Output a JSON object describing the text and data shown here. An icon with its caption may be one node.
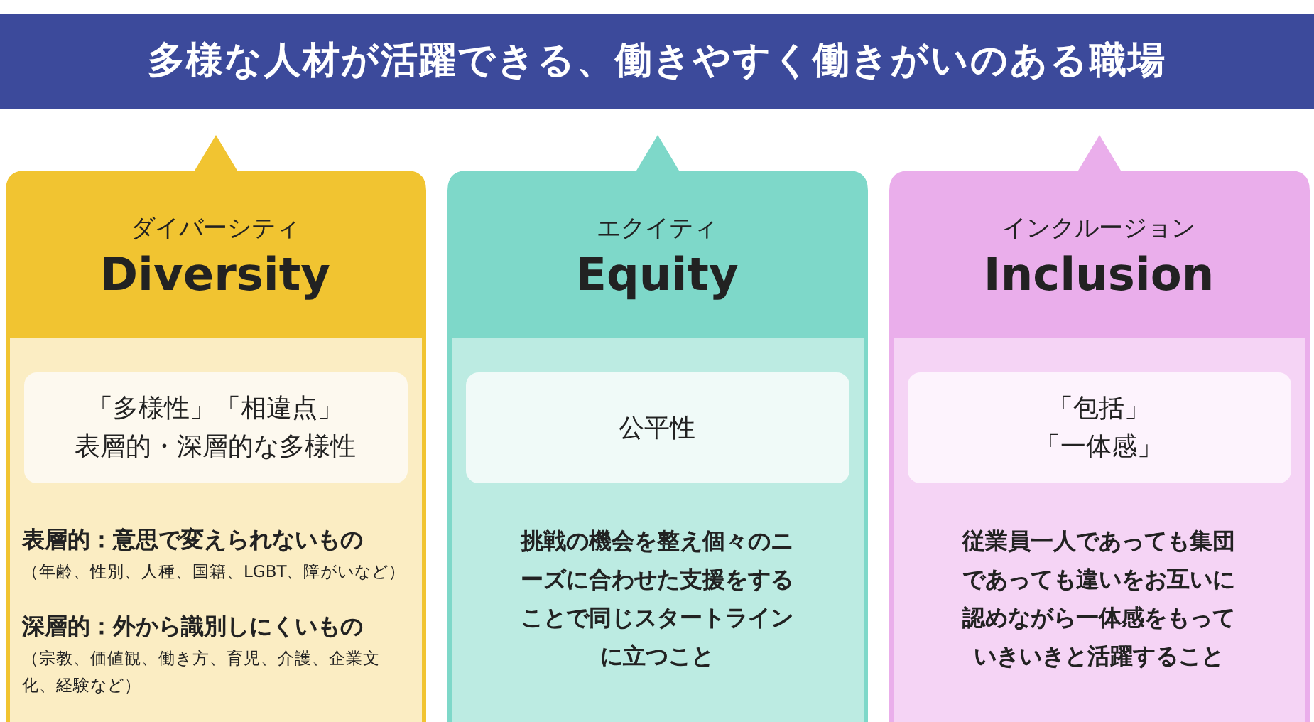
{
  "diagram": {
    "title": "多様な人材が活躍できる、働きやすく働きがいのある職場",
    "nodes": [
      {
        "text": [
          "ダイバーシティ",
          "Diversity",
          "表層的：意思で変えられないもの",
          "（年齢、性別、人種、国籍、LGBT、障がいなど）",
          "深層的：外から識別しにくいもの",
          "（宗教、価値観、働き方、育児、介護、企業文化、経験など）"
        ]
      },
      {
        "text": [
          "「多様性」「相違点」",
          "表層的・深層的な多様性"
        ],
        "in": 0
      },
      {
        "text": [
          "エクイティ",
          "Equity",
          "挑戦の機会を整え個々のニーズに合わせた支援をすることで同じスタートラインに立つこと"
        ]
      },
      {
        "text": [
          "公平性"
        ],
        "in": 2
      },
      {
        "text": [
          "インクルージョン",
          "Inclusion",
          "従業員一人であっても集団であっても違いをお互いに認めながら一体感をもっていきいきと活躍すること"
        ]
      },
      {
        "text": [
          "「包括」",
          "「一体感」"
        ],
        "in": 4
      }
    ]
  }
}
